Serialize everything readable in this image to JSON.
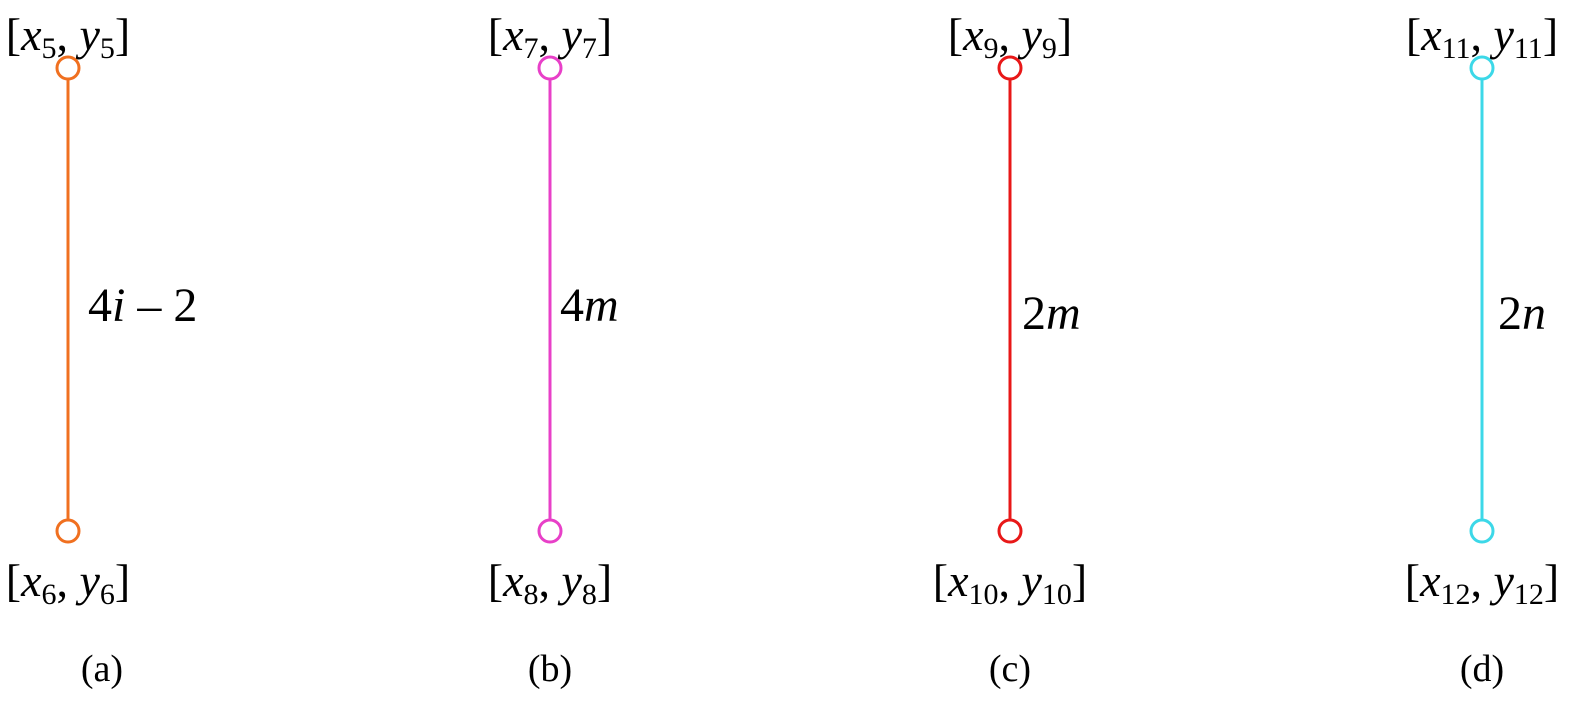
{
  "panels": [
    {
      "color": "#f07020",
      "top": {
        "x": "x",
        "xsub": "5",
        "y": "y",
        "ysub": "5"
      },
      "bottom": {
        "x": "x",
        "xsub": "6",
        "y": "y",
        "ysub": "6"
      },
      "edge": {
        "a": "4",
        "b": "i",
        "c": " – 2"
      },
      "caption": "(a)"
    },
    {
      "color": "#e840c8",
      "top": {
        "x": "x",
        "xsub": "7",
        "y": "y",
        "ysub": "7"
      },
      "bottom": {
        "x": "x",
        "xsub": "8",
        "y": "y",
        "ysub": "8"
      },
      "edge": {
        "a": "4",
        "b": "m",
        "c": ""
      },
      "caption": "(b)"
    },
    {
      "color": "#e81818",
      "top": {
        "x": "x",
        "xsub": "9",
        "y": "y",
        "ysub": "9"
      },
      "bottom": {
        "x": "x",
        "xsub": "10",
        "y": "y",
        "ysub": "10"
      },
      "edge": {
        "a": "2",
        "b": "m",
        "c": ""
      },
      "caption": "(c)"
    },
    {
      "color": "#3cd8e8",
      "top": {
        "x": "x",
        "xsub": "11",
        "y": "y",
        "ysub": "11"
      },
      "bottom": {
        "x": "x",
        "xsub": "12",
        "y": "y",
        "ysub": "12"
      },
      "edge": {
        "a": "2",
        "b": "n",
        "c": ""
      },
      "caption": "(d)"
    }
  ]
}
